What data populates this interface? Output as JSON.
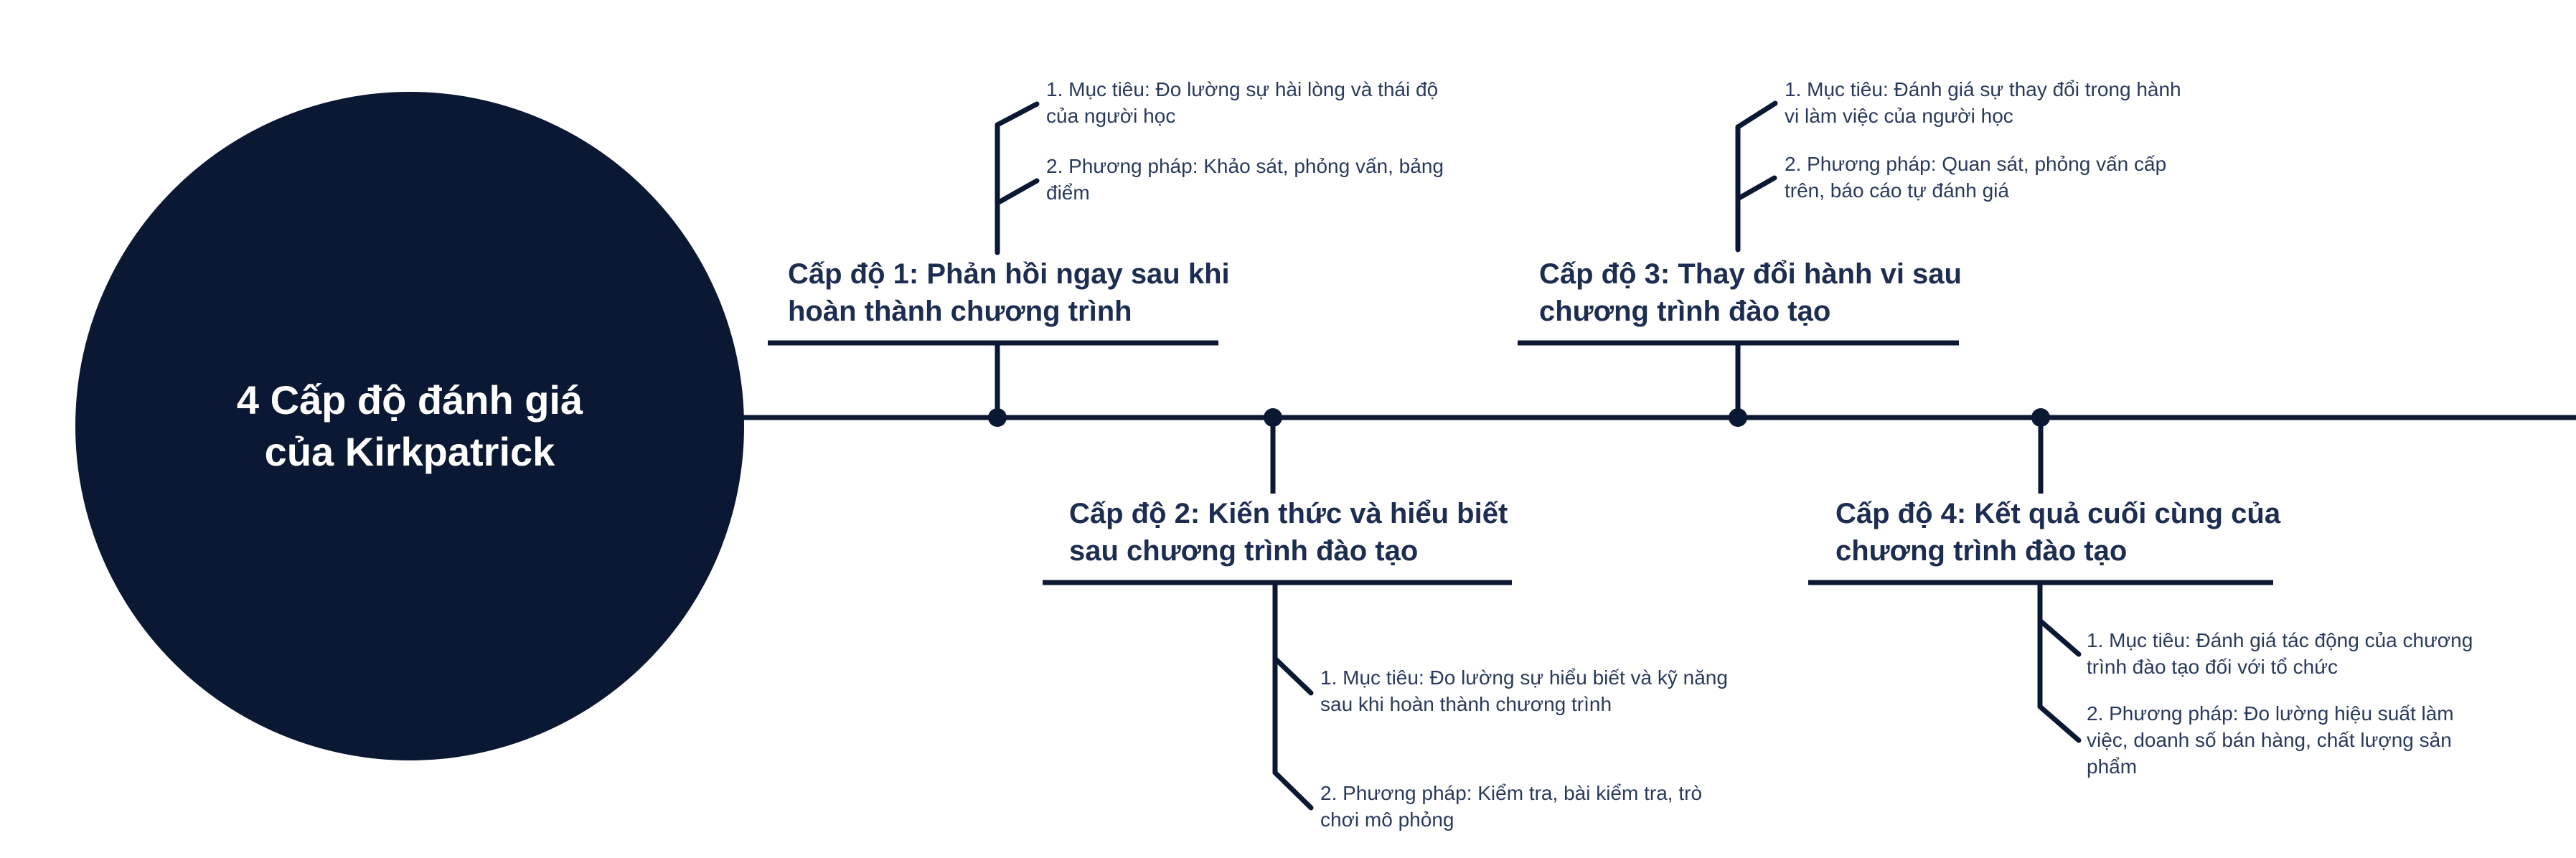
{
  "colors": {
    "navy": "#0b1833",
    "heading_text": "#1d2d52",
    "body_text": "#2a3a5c",
    "background": "#ffffff",
    "circle_text": "#ffffff"
  },
  "diagram": {
    "title": "4 Cấp độ đánh giá\ncủa Kirkpatrick",
    "levels": [
      {
        "position": "top",
        "title": "Cấp độ 1: Phản hồi ngay sau khi\nhoàn thành chương trình",
        "items": [
          "1. Mục tiêu: Đo lường sự hài lòng và thái độ\ncủa người học",
          "2. Phương pháp: Khảo sát, phỏng vấn, bảng\nđiểm"
        ]
      },
      {
        "position": "bottom",
        "title": "Cấp độ 2: Kiến thức và hiểu biết\nsau chương trình đào tạo",
        "items": [
          "1. Mục tiêu: Đo lường sự hiểu biết và kỹ năng\nsau khi hoàn thành chương trình",
          "2. Phương pháp: Kiểm tra, bài kiểm tra, trò\nchơi mô phỏng"
        ]
      },
      {
        "position": "top",
        "title": "Cấp độ 3: Thay đổi hành vi sau\nchương trình đào tạo",
        "items": [
          "1. Mục tiêu: Đánh giá sự thay đổi trong hành\nvi làm việc của người học",
          "2. Phương pháp: Quan sát, phỏng vấn cấp\ntrên, báo cáo tự đánh giá"
        ]
      },
      {
        "position": "bottom",
        "title": "Cấp độ 4: Kết quả cuối cùng của\nchương trình đào tạo",
        "items": [
          "1. Mục tiêu: Đánh giá tác động của chương\ntrình đào tạo đối với tổ chức",
          "2. Phương pháp: Đo lường hiệu suất làm\nviệc, doanh số bán hàng, chất lượng sản\nphẩm"
        ]
      }
    ]
  }
}
